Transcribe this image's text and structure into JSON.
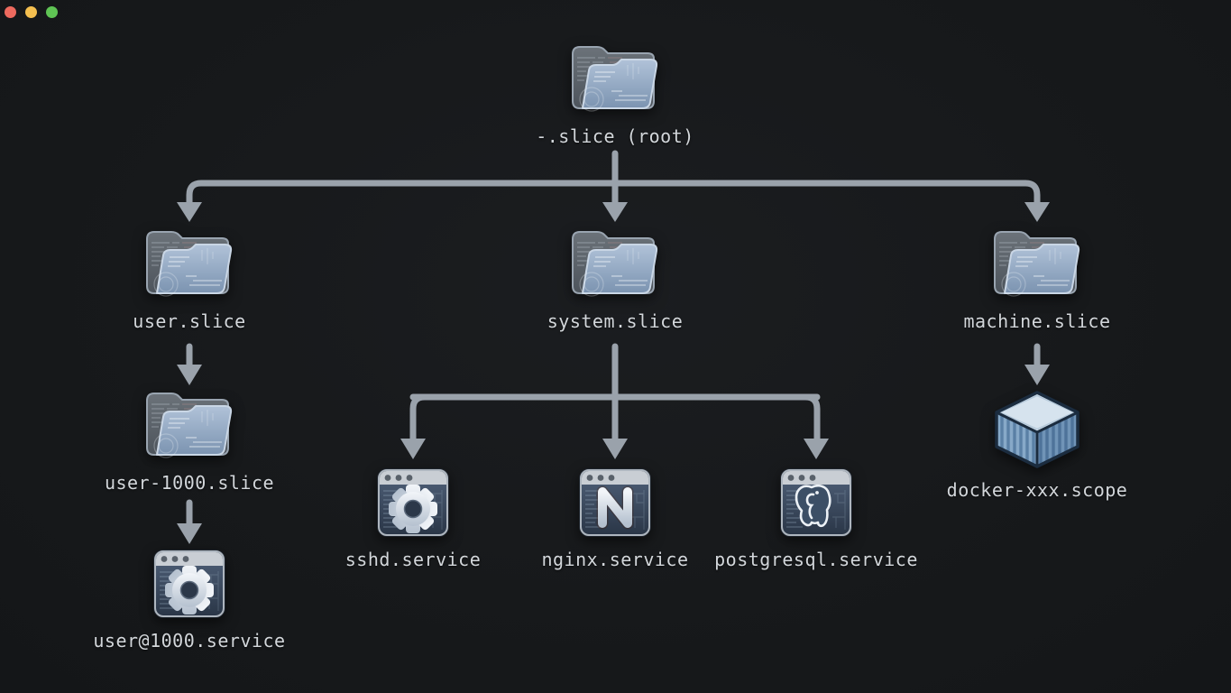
{
  "window": {
    "controls": [
      {
        "name": "close",
        "color": "#ed6a5e"
      },
      {
        "name": "minimize",
        "color": "#f4bf4f"
      },
      {
        "name": "zoom",
        "color": "#5fc454"
      }
    ]
  },
  "diagram": {
    "nodes": {
      "root": {
        "label": "-.slice (root)",
        "icon": "folder-icon"
      },
      "user_slice": {
        "label": "user.slice",
        "icon": "folder-icon"
      },
      "system_slice": {
        "label": "system.slice",
        "icon": "folder-icon"
      },
      "machine_slice": {
        "label": "machine.slice",
        "icon": "folder-icon"
      },
      "user_1000_slice": {
        "label": "user-1000.slice",
        "icon": "folder-icon"
      },
      "user_1000_service": {
        "label": "user@1000.service",
        "icon": "gear-app-icon"
      },
      "sshd": {
        "label": "sshd.service",
        "icon": "gear-app-icon"
      },
      "nginx": {
        "label": "nginx.service",
        "icon": "nginx-app-icon"
      },
      "postgresql": {
        "label": "postgresql.service",
        "icon": "postgres-app-icon"
      },
      "docker": {
        "label": "docker-xxx.scope",
        "icon": "container-icon"
      }
    },
    "edges": [
      {
        "from": "-.slice (root)",
        "to": "user.slice"
      },
      {
        "from": "-.slice (root)",
        "to": "system.slice"
      },
      {
        "from": "-.slice (root)",
        "to": "machine.slice"
      },
      {
        "from": "user.slice",
        "to": "user-1000.slice"
      },
      {
        "from": "user-1000.slice",
        "to": "user@1000.service"
      },
      {
        "from": "system.slice",
        "to": "sshd.service"
      },
      {
        "from": "system.slice",
        "to": "nginx.service"
      },
      {
        "from": "system.slice",
        "to": "postgresql.service"
      },
      {
        "from": "machine.slice",
        "to": "docker-xxx.scope"
      }
    ],
    "colors": {
      "background": "#17191b",
      "connector": "#9aa2ab",
      "label_text": "#d3d7db",
      "folder_front": "#93aac4",
      "folder_back": "#5a6169",
      "app_titlebar": "#c9ced4",
      "app_body": "#36445a",
      "container_top": "#d6e3ee",
      "container_left": "#87a9c8",
      "container_right": "#7094b7"
    }
  }
}
